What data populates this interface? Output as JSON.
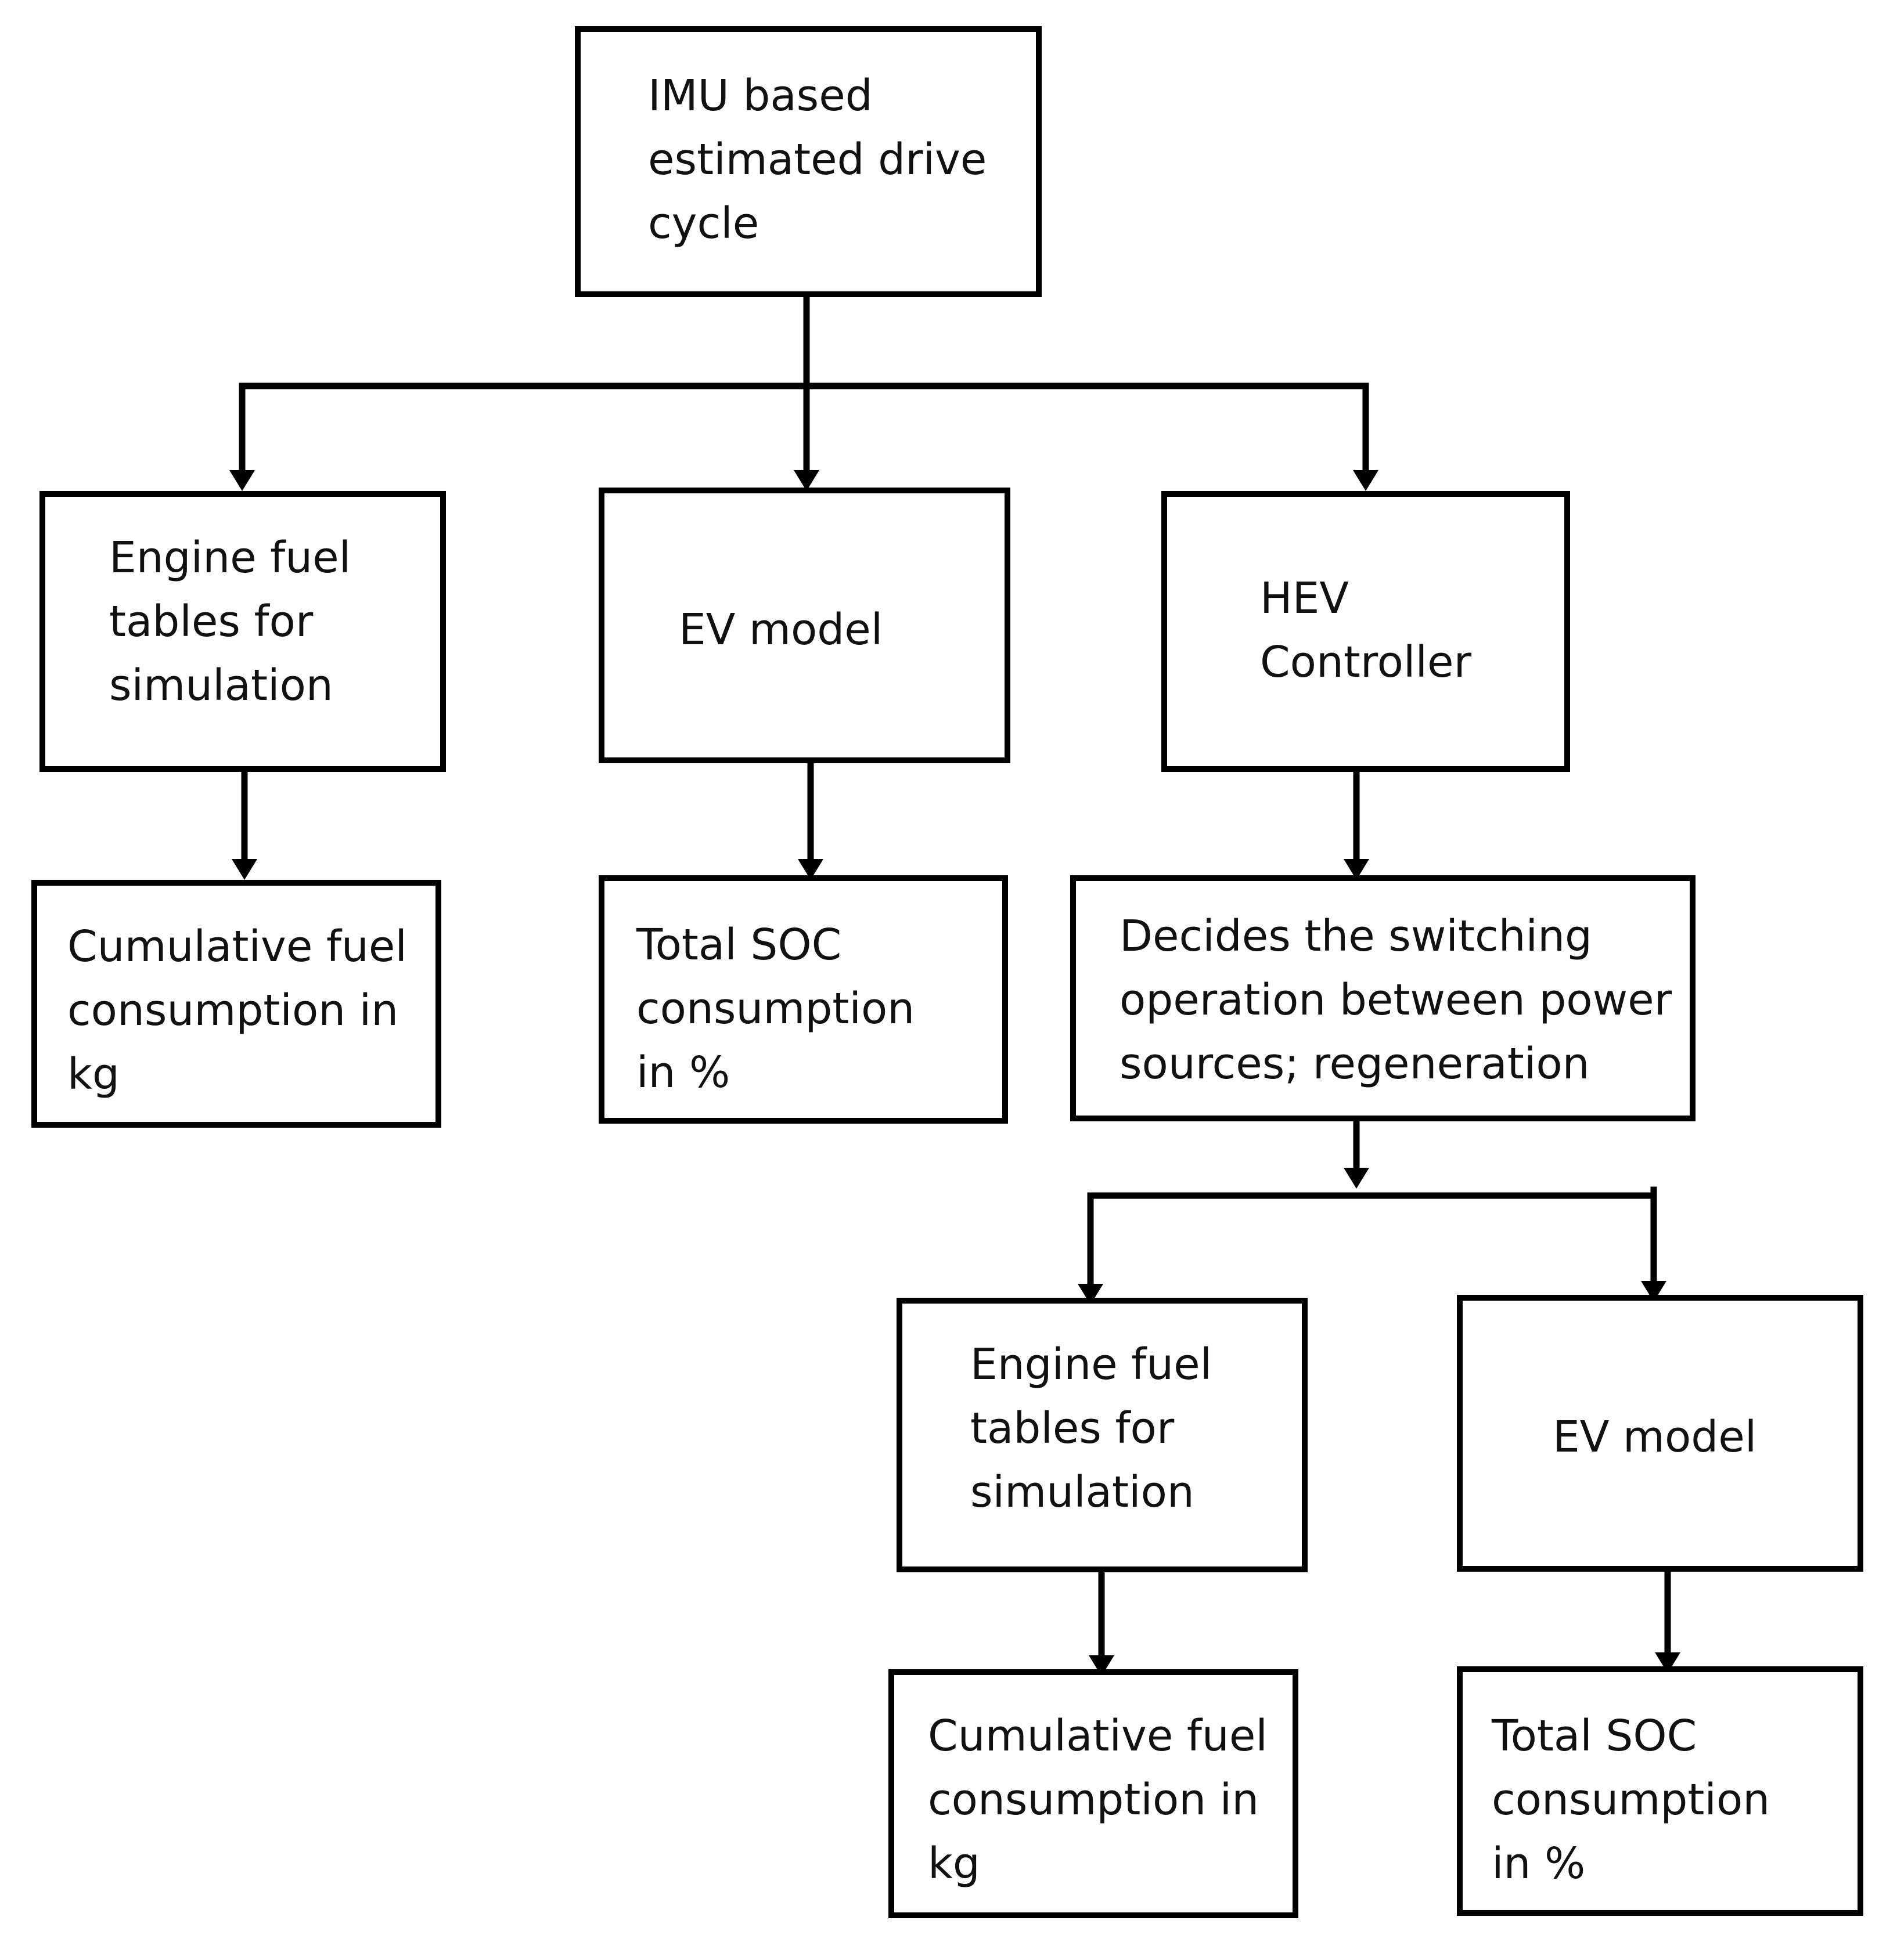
{
  "diagram": {
    "nodes": {
      "root": {
        "label": "IMU based\nestimated drive\ncycle"
      },
      "engine_left": {
        "label": "Engine fuel\ntables for\nsimulation"
      },
      "ev_center": {
        "label": "EV model"
      },
      "hev_controller": {
        "label": "HEV\nController"
      },
      "fuel_left": {
        "label": "Cumulative fuel\nconsumption in\nkg"
      },
      "soc_center": {
        "label": "Total SOC\nconsumption\nin %"
      },
      "switching": {
        "label": "Decides the switching\noperation between power\nsources; regeneration"
      },
      "engine_right": {
        "label": "Engine fuel\ntables for\nsimulation"
      },
      "ev_right": {
        "label": "EV model"
      },
      "fuel_right": {
        "label": "Cumulative fuel\nconsumption in\nkg"
      },
      "soc_right": {
        "label": "Total SOC\nconsumption\nin %"
      }
    },
    "edges": [
      {
        "from": "root",
        "to": "engine_left"
      },
      {
        "from": "root",
        "to": "ev_center"
      },
      {
        "from": "root",
        "to": "hev_controller"
      },
      {
        "from": "engine_left",
        "to": "fuel_left"
      },
      {
        "from": "ev_center",
        "to": "soc_center"
      },
      {
        "from": "hev_controller",
        "to": "switching"
      },
      {
        "from": "switching",
        "to": "engine_right"
      },
      {
        "from": "switching",
        "to": "ev_right"
      },
      {
        "from": "engine_right",
        "to": "fuel_right"
      },
      {
        "from": "ev_right",
        "to": "soc_right"
      }
    ]
  }
}
